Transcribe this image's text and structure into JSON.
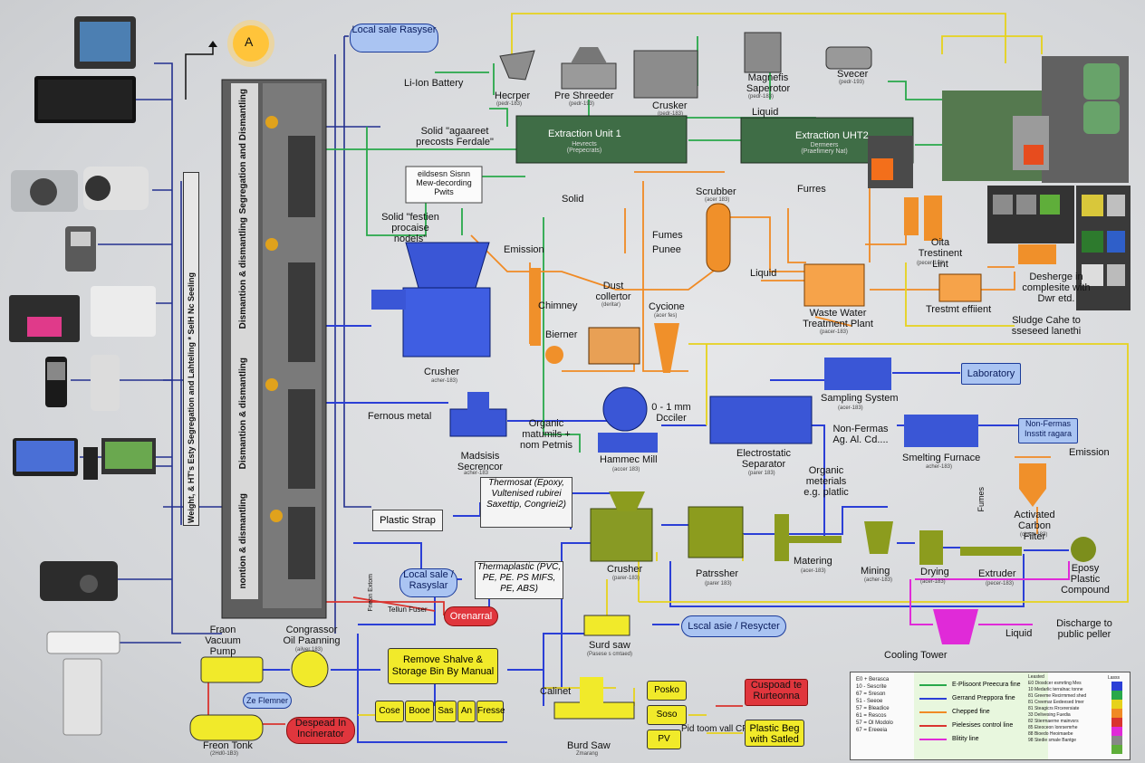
{
  "marker_label": "A",
  "colors": {
    "blue": "#2b3fd6",
    "green": "#28a84a",
    "orange": "#f08a24",
    "yellow": "#e6d21c",
    "red": "#d9342f",
    "magenta": "#e02ad8",
    "navy": "#23308f"
  },
  "left_band": {
    "outer": "Weight, & HT's Esty  Segregation and Lahteling * SelH Nc Seeling",
    "sections": [
      "Segregation and Dismantling",
      "Dismantion & dismantling",
      "Dismantion & dismantling",
      "nontion & dismantling"
    ]
  },
  "top": {
    "local_sale": "Local sale Rasyser",
    "li_ion": "Li-Ion Battery",
    "hopper": "Hecrper",
    "hopper_sub": "(pedr-183)",
    "shredder": "Pre Shreeder",
    "shredder_sub": "(pedr-193)",
    "crusher": "Crusker",
    "crusher_sub": "(pedr-183)",
    "magnetic": "Magnefis Saperotor",
    "magnetic_sub": "(pedr-183)",
    "svecer": "Svecer",
    "svecer_sub": "(pedr-193)",
    "solid_note": "Solid \"agaareet precosts Ferdale\"",
    "extraction1": "Extraction Unit 1",
    "extraction1_sub": "Hevrects (Prepecrats)",
    "liquid": "Liquid",
    "extraction2": "Extraction UHT2",
    "extraction2_sub": "Dermeers (Praefimery Nat)",
    "electronic_box": "eildsesn Sisnn Mew-decording Pwits",
    "solid": "Solid",
    "solid_proc": "Solid \"festien procaise nodels\"",
    "scrubber": "Scrubber",
    "scrubber_sub": "(acer 183)",
    "furres": "Furres",
    "fumes": "Fumes",
    "punee": "Punee",
    "liquid2": "Liquid",
    "oita": "Oita Trestinent Lint",
    "oita_sub": "(pecer-183)",
    "desherge": "Desherge in complesite with Dwr etd.",
    "waste_water": "Waste Water Treatment Plant",
    "waste_sub": "(pacer-183)",
    "trestmt": "Trestmt effiient",
    "sludge": "Sludge Cahe to sseseed lanethi"
  },
  "middle": {
    "emission": "Emission",
    "chimney": "Chimney",
    "bierner": "Bierner",
    "dust": "Dust collertor",
    "dust_sub": "(deritar)",
    "cyclone": "Cycione",
    "cyclone_sub": "(acer fes)",
    "crusher_blue": "Crusher",
    "crusher_blue_sub": "acher-183)",
    "ferrous": "Fernous metal",
    "magnetic2": "Madsisis Secrencor",
    "magnetic2_sub": "acher-183",
    "organic": "Organic matumils + nom Petmis",
    "hammer": "Hammec Mill",
    "hammer_sub": "(accer 183)",
    "mm": "0 - 1 mm Dcciler",
    "electro": "Electrostatic Separator",
    "electro_sub": "(parer 183)",
    "sampling": "Sampling System",
    "sampling_sub": "(acer-183)",
    "laboratory": "Laboratory",
    "non_ferrous": "Non-Fermas Ag. Al. Cd....",
    "smelting": "Smelting Furnace",
    "smelting_sub": "acher-183)",
    "nf_pill": "Non-Fermas Insstit ragara",
    "emission2": "Emission",
    "activated": "Activated Carbon Filter",
    "activated_sub": "(ciotor 183)",
    "fumes_v": "Fumes",
    "organic2": "Organic meterials e.g. platlic"
  },
  "plastic": {
    "strap": "Plastic Strap",
    "thermoset": "Thermosat (Epoxy, Vultenised rubirei Saxettip, Congriei2)",
    "thermoplastic": "Thermaplastic (PVC, PE, PE. PS MIFS, PE, ABS)",
    "crusher": "Crusher",
    "crusher_sub": "(parer-183)",
    "patrsher": "Patrssher",
    "patrsher_sub": "(parer 183)",
    "matering": "Matering",
    "matering_sub": "(acer-183)",
    "mining": "Mining",
    "mining_sub": "(acher-183)",
    "drying": "Drying",
    "drying_sub": "(acer-183)",
    "extruder": "Extruder",
    "extruder_sub": "(pecer-183)",
    "epoxy": "Eposy Plastic Compound",
    "cooling": "Cooling Tower",
    "liquid": "Liquid",
    "discharge": "Discharge to public peller"
  },
  "bottom": {
    "local_sale2": "Local sale / Rasyslar",
    "freon_label": "Frieon Extom",
    "tellun": "Tellun Fuser",
    "orenarral": "Orenarral",
    "freon_pump": "Fraon Vacuum Pump",
    "compressor": "Congrassor Oil Paanning",
    "compressor_sub": "(ailver 183)",
    "ze": "Ze Flemner",
    "freon_tank": "Freon Tonk",
    "freon_tank_sub": "(2Hd0-1B3)",
    "despead": "Despead In Incinerator",
    "remove": "Remove Shalve & Storage Bin By Manual",
    "buttons": [
      "Cose",
      "Booe",
      "Sas",
      "An",
      "Fresse"
    ],
    "surd": "Surd saw",
    "surd_sub": "(Pasese s cmtaed)",
    "local3": "Lscal asie / Resycter",
    "calinet": "Calinet",
    "burd": "Burd Saw",
    "burd_sub": "Zmarang",
    "yellow": [
      "Posko",
      "Soso",
      "PV"
    ],
    "pid": "Pid toom vall CPS",
    "cuspoad": "Cuspoad te Rurteonna",
    "plastic_beg": "Plastic Beg with Satled"
  },
  "legend": {
    "col1": [
      "E0 + Berasca",
      "10 - Sescrite",
      "67 = Sreson",
      "51 - Seeoe",
      "57 = Bleadice",
      "61 = Rescos",
      "57 = Ol Modolo",
      "67 = Ereeeia"
    ],
    "rows": [
      "E-Plisoont Preecura fine",
      "Gerrand Preppora fine",
      "Chepped fine",
      "Pielesises control line",
      "Blitity line"
    ],
    "col3_head": "Leasted",
    "col3": [
      "E0 Diosdcer esmrting Mes",
      "10 Medarlic terralnac tonne",
      "81 Greeme Recirmmed shed",
      "81 Creemar Eedeesed Imer",
      "81 Steagicrs Rrcerersiate",
      "33 Delivesing Fuedia",
      "82 Stiermaerne mainvsrs",
      "85 Eteoceon lonrsemrhe",
      "88 Bioedo Heoimaebe",
      "98 Stedie smale Bantge"
    ],
    "col4_head": "Lasss"
  }
}
